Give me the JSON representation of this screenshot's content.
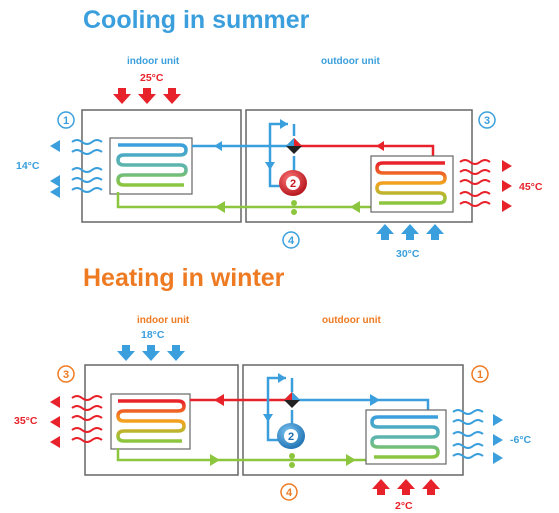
{
  "colors": {
    "blue": "#3a9fdc",
    "red": "#e8222a",
    "green": "#8cc63f",
    "orange": "#ee7a22",
    "box": "#666666",
    "compressor_red": "#e8222a",
    "compressor_blue": "#2f8fd0"
  },
  "summer": {
    "title": "Cooling in summer",
    "indoor_label": "indoor unit",
    "outdoor_label": "outdoor unit",
    "indoor_air_temp": "25°C",
    "indoor_out_temp": "14°C",
    "outdoor_out_temp": "45°C",
    "outdoor_air_temp": "30°C",
    "marker_indoor": "1",
    "marker_outdoor": "3",
    "marker_valve": "4",
    "marker_compressor": "2"
  },
  "winter": {
    "title": "Heating in winter",
    "indoor_label": "indoor unit",
    "outdoor_label": "outdoor unit",
    "indoor_air_temp": "18°C",
    "indoor_out_temp": "35°C",
    "outdoor_out_temp": "-6°C",
    "outdoor_air_temp": "2°C",
    "marker_indoor": "3",
    "marker_outdoor": "1",
    "marker_valve": "4",
    "marker_compressor": "2"
  },
  "icons": {
    "reversing_valve": "four-way-valve-icon",
    "compressor": "compressor-icon",
    "expansion_valve": "expansion-valve-icon",
    "airflow": "airflow-wave-icon",
    "air_arrow": "air-arrow-icon"
  }
}
